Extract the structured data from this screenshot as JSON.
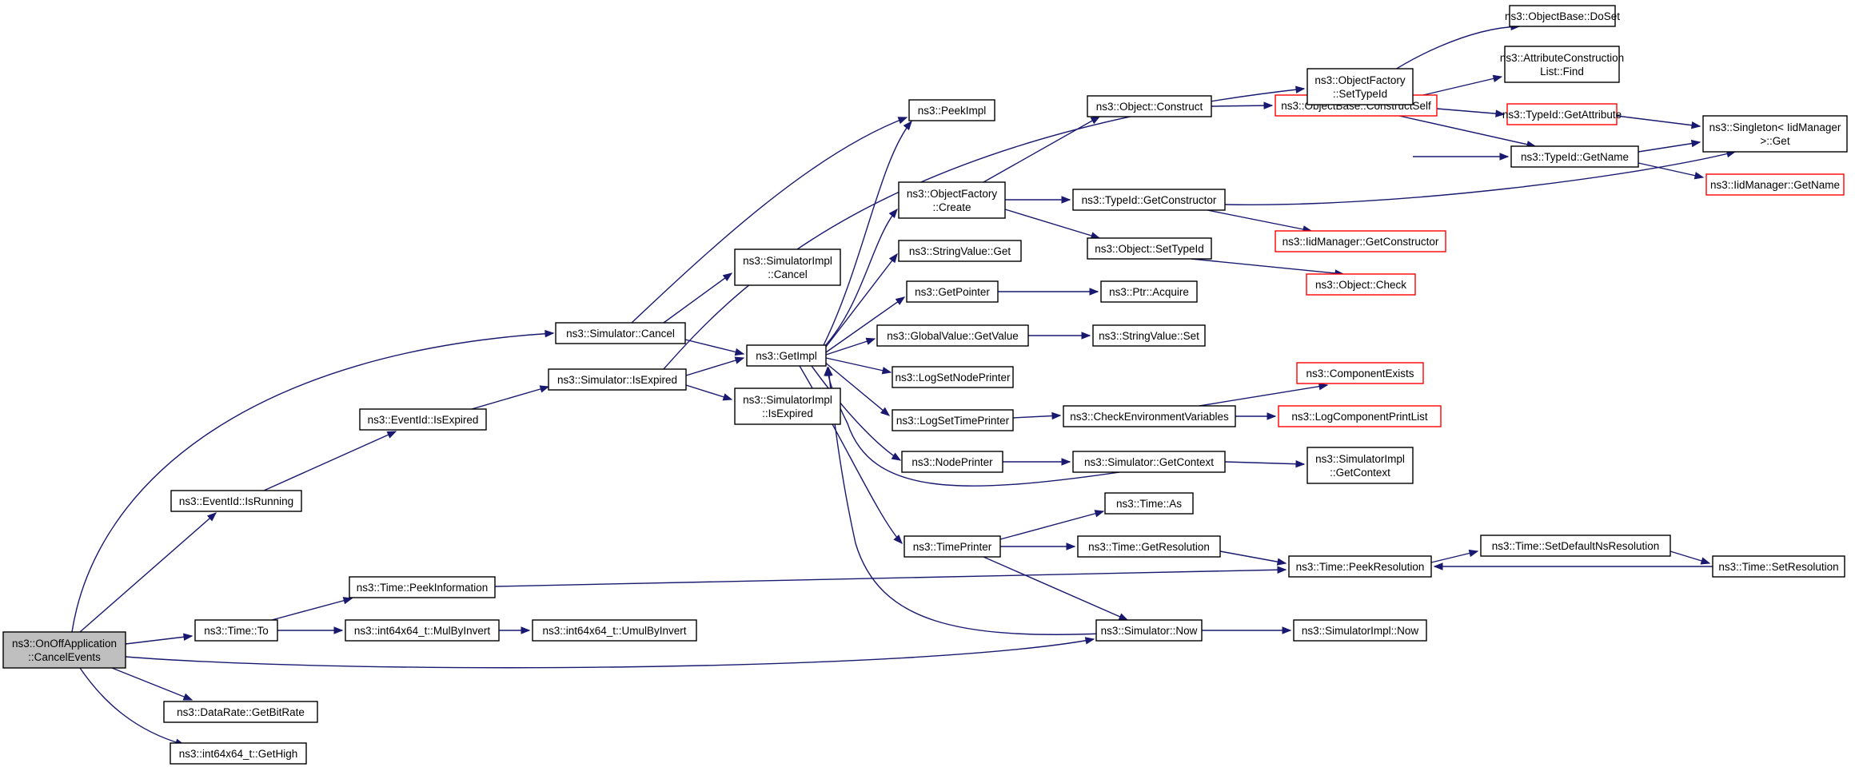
{
  "diagram": {
    "title": "",
    "colors": {
      "edge": "#191970",
      "node_border": "#000000",
      "truncated_border": "#ff0000",
      "root_fill": "#bfbfbf"
    },
    "nodes": {
      "root": [
        "ns3::OnOffApplication",
        "::CancelEvents"
      ],
      "eventid_isrunning": [
        "ns3::EventId::IsRunning"
      ],
      "time_to": [
        "ns3::Time::To"
      ],
      "datarate_getbitrate": [
        "ns3::DataRate::GetBitRate"
      ],
      "int64_gethigh": [
        "ns3::int64x64_t::GetHigh"
      ],
      "eventid_isexpired": [
        "ns3::EventId::IsExpired"
      ],
      "time_peekinformation": [
        "ns3::Time::PeekInformation"
      ],
      "int64_mulbyinvert": [
        "ns3::int64x64_t::MulByInvert"
      ],
      "int64_umulbyinvert": [
        "ns3::int64x64_t::UmulByInvert"
      ],
      "simulator_cancel": [
        "ns3::Simulator::Cancel"
      ],
      "simulator_isexpired": [
        "ns3::Simulator::IsExpired"
      ],
      "simulatorimpl_cancel": [
        "ns3::SimulatorImpl",
        "::Cancel"
      ],
      "simulatorimpl_isexpired": [
        "ns3::SimulatorImpl",
        "::IsExpired"
      ],
      "getimpl": [
        "ns3::GetImpl"
      ],
      "peekimpl": [
        "ns3::PeekImpl"
      ],
      "objectfactory_create": [
        "ns3::ObjectFactory",
        "::Create"
      ],
      "stringvalue_get": [
        "ns3::StringValue::Get"
      ],
      "getpointer": [
        "ns3::GetPointer"
      ],
      "globalvalue_getvalue": [
        "ns3::GlobalValue::GetValue"
      ],
      "logsetnodeprinter": [
        "ns3::LogSetNodePrinter"
      ],
      "logsettimeprinter": [
        "ns3::LogSetTimePrinter"
      ],
      "nodeprinter": [
        "ns3::NodePrinter"
      ],
      "timeprinter": [
        "ns3::TimePrinter"
      ],
      "object_construct": [
        "ns3::Object::Construct"
      ],
      "typeid_getconstructor": [
        "ns3::TypeId::GetConstructor"
      ],
      "object_settypeid": [
        "ns3::Object::SetTypeId"
      ],
      "ptr_acquire": [
        "ns3::Ptr::Acquire"
      ],
      "stringvalue_set": [
        "ns3::StringValue::Set"
      ],
      "checkenvironmentvariables": [
        "ns3::CheckEnvironmentVariables"
      ],
      "simulator_getcontext": [
        "ns3::Simulator::GetContext"
      ],
      "time_as": [
        "ns3::Time::As"
      ],
      "time_getresolution": [
        "ns3::Time::GetResolution"
      ],
      "simulator_now": [
        "ns3::Simulator::Now"
      ],
      "objectbase_constructself": [
        "ns3::ObjectBase::ConstructSelf"
      ],
      "objectfactory_settypeid": [
        "ns3::ObjectFactory",
        "::SetTypeId"
      ],
      "iidmanager_getconstructor": [
        "ns3::IidManager::GetConstructor"
      ],
      "object_check": [
        "ns3::Object::Check"
      ],
      "componentexists": [
        "ns3::ComponentExists"
      ],
      "logcomponentprintlist": [
        "ns3::LogComponentPrintList"
      ],
      "simulatorimpl_getcontext": [
        "ns3::SimulatorImpl",
        "::GetContext"
      ],
      "time_peekresolution": [
        "ns3::Time::PeekResolution"
      ],
      "simulatorimpl_now": [
        "ns3::SimulatorImpl::Now"
      ],
      "objectbase_doset": [
        "ns3::ObjectBase::DoSet"
      ],
      "attributeconstructionlist_find": [
        "ns3::AttributeConstruction",
        "List::Find"
      ],
      "typeid_getattribute": [
        "ns3::TypeId::GetAttribute"
      ],
      "typeid_getname": [
        "ns3::TypeId::GetName"
      ],
      "singleton_get": [
        "ns3::Singleton< IidManager",
        " >::Get"
      ],
      "iidmanager_getname": [
        "ns3::IidManager::GetName"
      ],
      "time_setdefaultnsresolution": [
        "ns3::Time::SetDefaultNsResolution"
      ],
      "time_setresolution": [
        "ns3::Time::SetResolution"
      ]
    }
  }
}
